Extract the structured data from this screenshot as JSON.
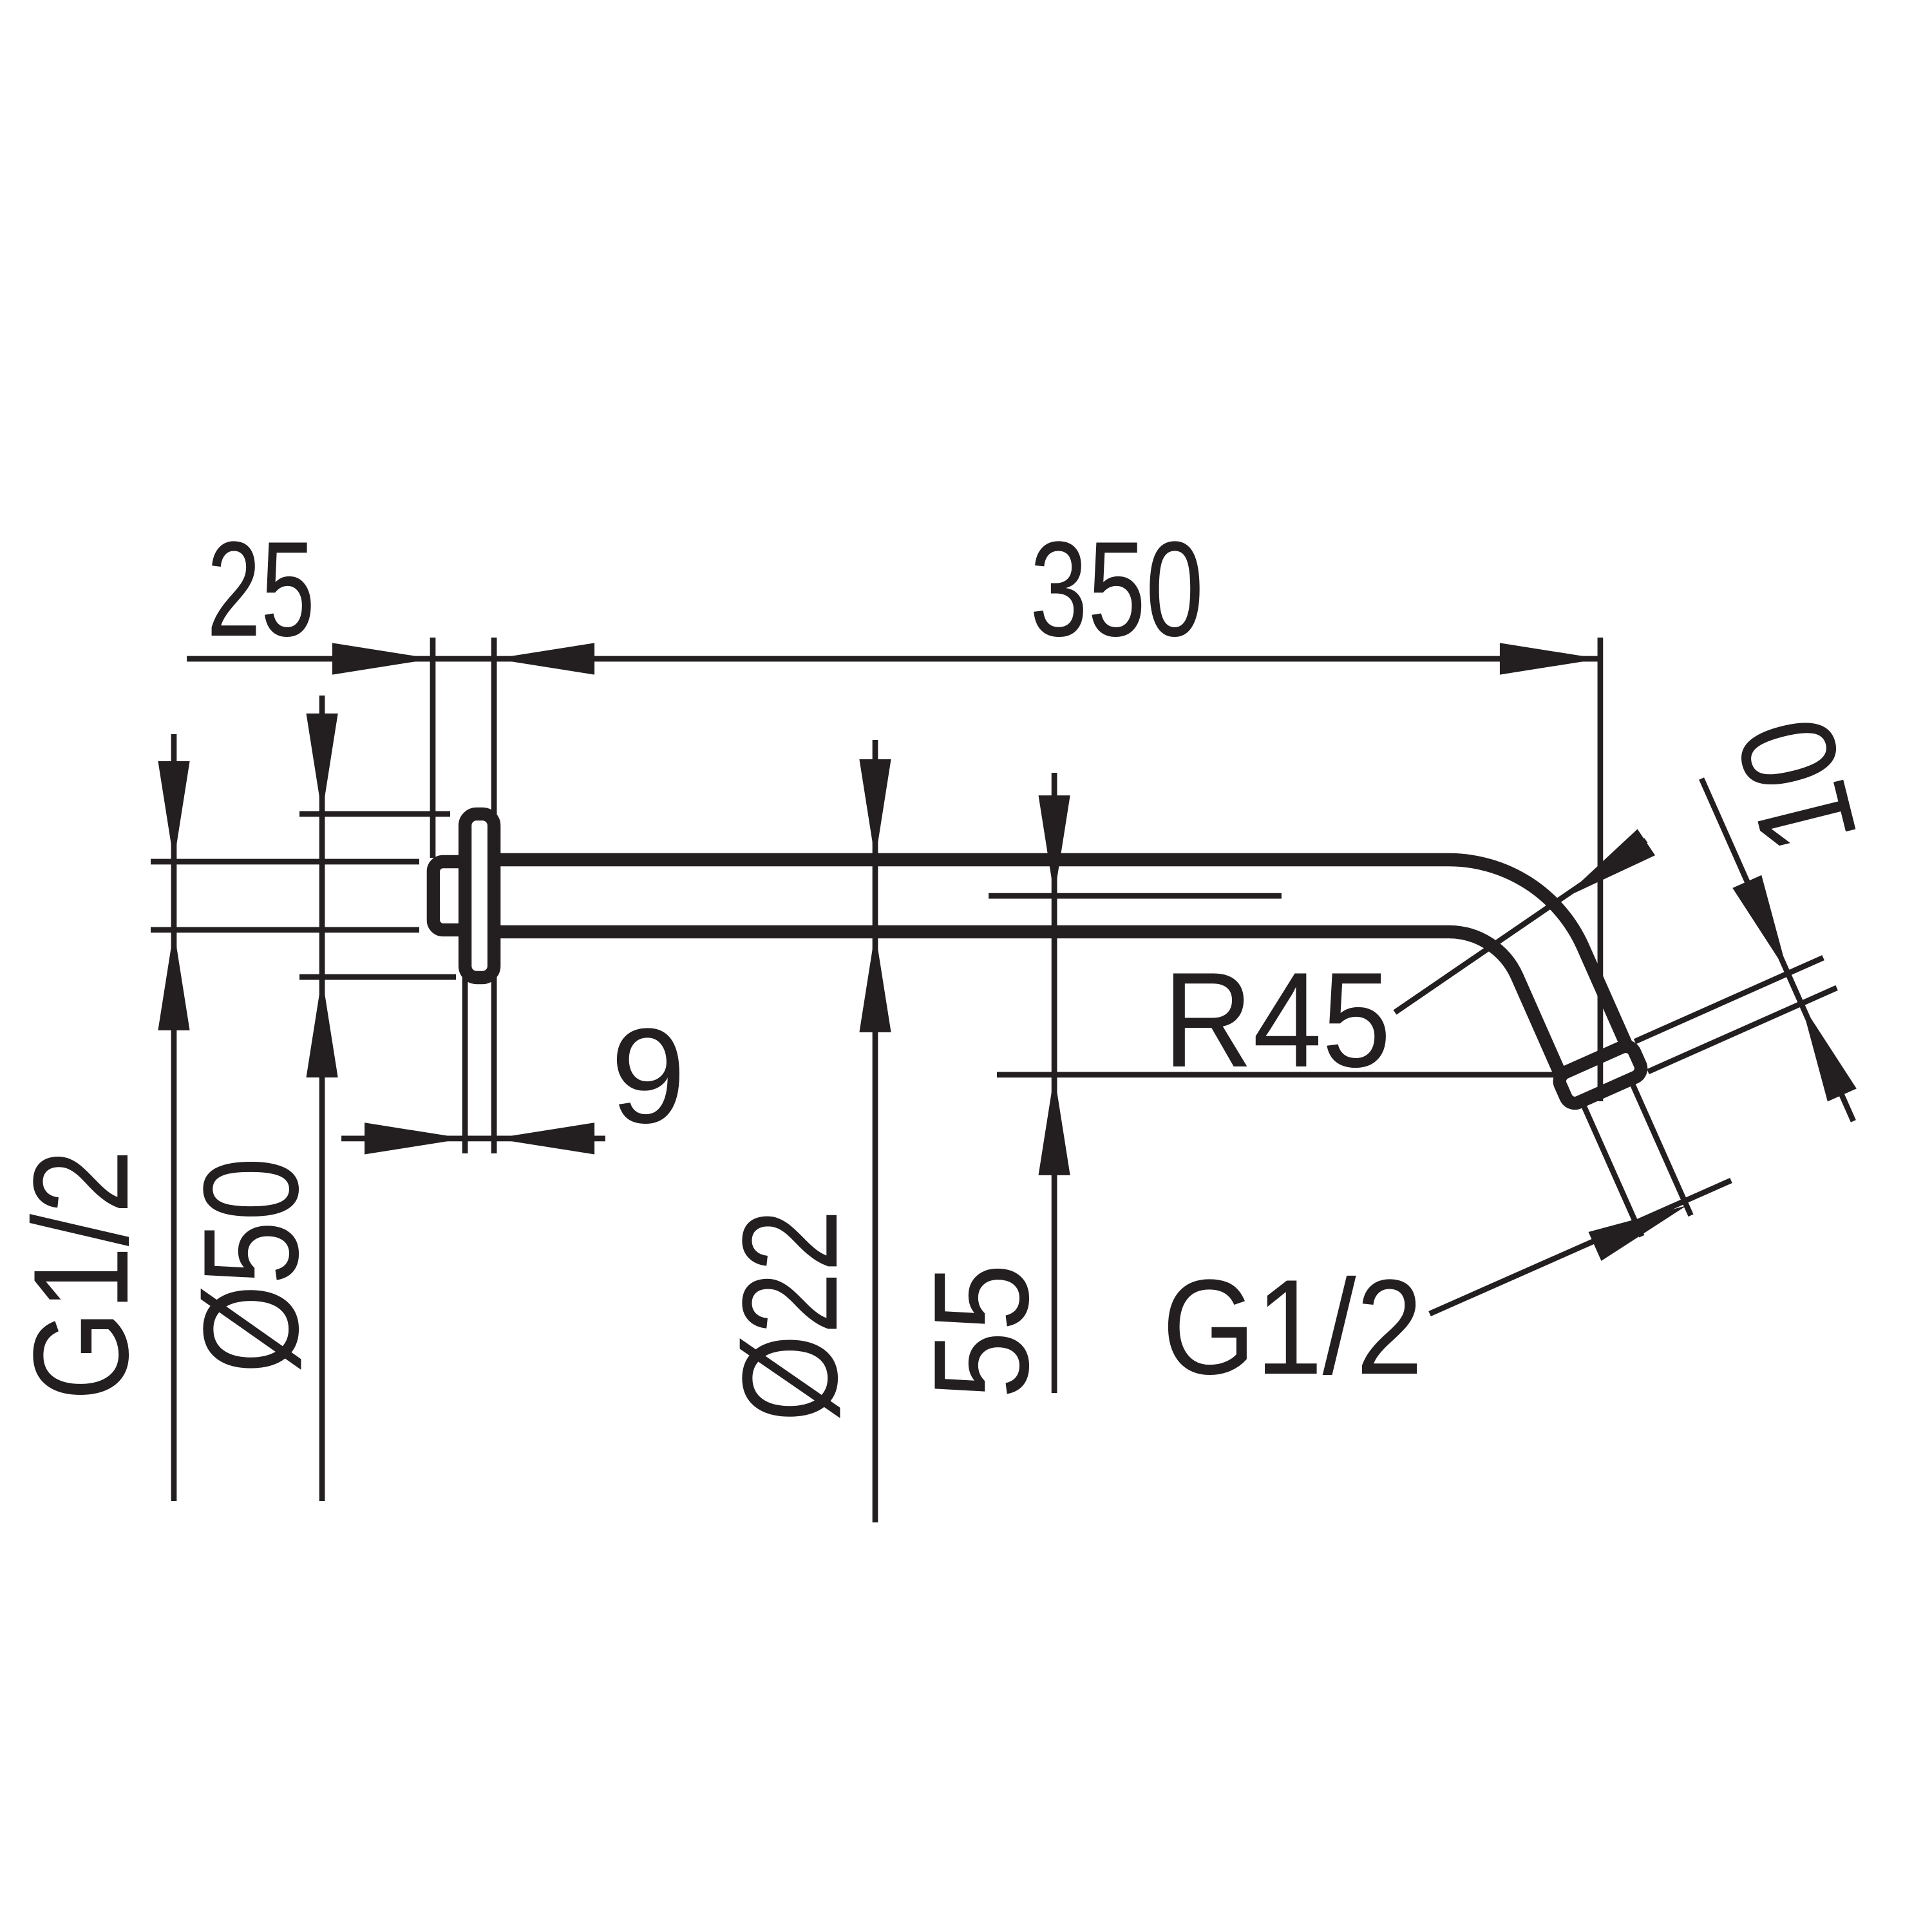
{
  "drawing": {
    "title": "shower-arm-dimension-drawing",
    "colors": {
      "ink": "#231f20",
      "background": "#ffffff"
    },
    "labels": {
      "wall_offset": "25",
      "arm_length": "350",
      "outlet_nut_thickness": "10",
      "bend_radius": "R45",
      "flange_thickness": "9",
      "inlet_thread": "G1/2",
      "flange_diameter": "Ø50",
      "pipe_diameter": "Ø22",
      "outlet_drop": "55",
      "outlet_thread": "G1/2"
    }
  }
}
